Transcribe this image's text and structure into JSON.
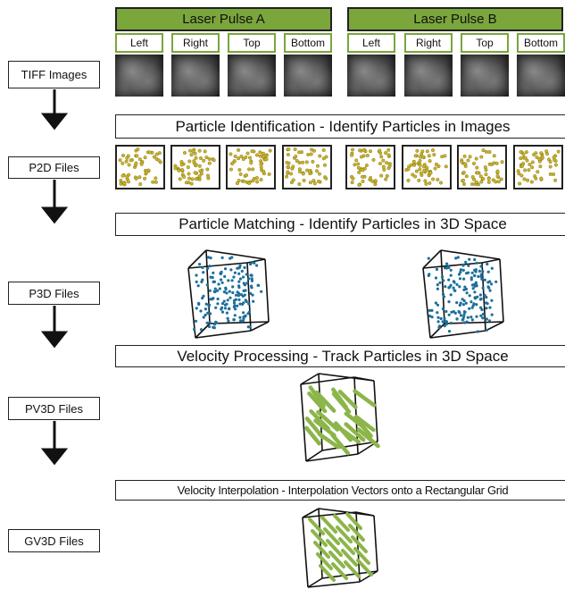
{
  "files": {
    "tiff": "TIFF Images",
    "p2d": "P2D Files",
    "p3d": "P3D Files",
    "pv3d": "PV3D Files",
    "gv3d": "GV3D Files"
  },
  "pulses": [
    {
      "title": "Laser Pulse A",
      "views": [
        "Left",
        "Right",
        "Top",
        "Bottom"
      ]
    },
    {
      "title": "Laser Pulse B",
      "views": [
        "Left",
        "Right",
        "Top",
        "Bottom"
      ]
    }
  ],
  "stages": {
    "identification": "Particle Identification - Identify Particles in Images",
    "matching": "Particle Matching - Identify Particles in 3D Space",
    "velocity": "Velocity Processing - Track Particles in 3D Space",
    "interpolation": "Velocity Interpolation - Interpolation Vectors onto a Rectangular Grid"
  },
  "colors": {
    "pulse_header": "#7aa63b",
    "particle_2d": "#c9b52a",
    "particle_3d": "#1d6f9a",
    "vector": "#8cb54a"
  }
}
